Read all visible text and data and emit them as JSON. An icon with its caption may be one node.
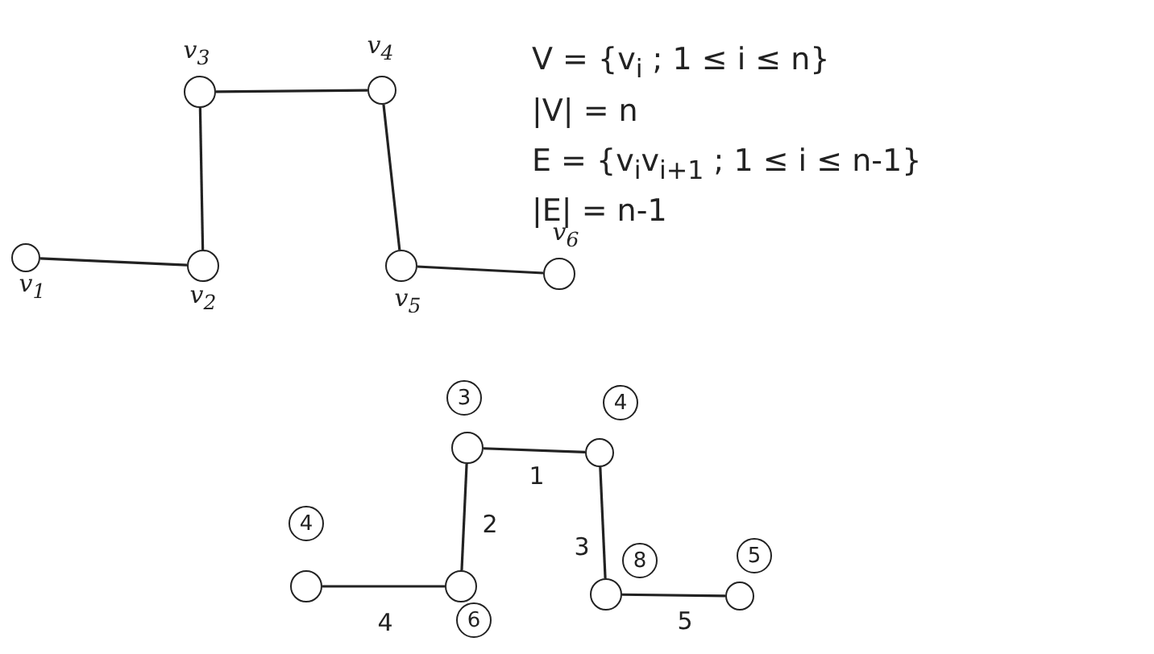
{
  "diagram": {
    "nodes": [
      {
        "text": [],
        "shape": "circle",
        "beside": [
          "v$_{1}$"
        ]
      },
      {
        "text": [],
        "shape": "circle",
        "beside": [
          "v$_{2}$"
        ]
      },
      {
        "text": [],
        "shape": "circle",
        "beside": [
          "v$_{3}$"
        ]
      },
      {
        "text": [],
        "shape": "circle",
        "beside": [
          "v$_{4}$"
        ]
      },
      {
        "text": [],
        "shape": "circle",
        "beside": [
          "v$_{5}$"
        ]
      },
      {
        "text": [],
        "shape": "circle",
        "beside": [
          "v$_{6}$"
        ]
      },
      {
        "text": [],
        "shape": "circle",
        "beside": [
          "3"
        ]
      },
      {
        "text": [],
        "shape": "circle",
        "beside": [
          "4"
        ]
      },
      {
        "text": [],
        "shape": "circle",
        "beside": [
          "4"
        ]
      },
      {
        "text": [],
        "shape": "circle",
        "beside": [
          "6"
        ]
      },
      {
        "text": [],
        "shape": "circle",
        "beside": [
          "8"
        ]
      },
      {
        "text": [],
        "shape": "circle",
        "beside": [
          "5"
        ]
      }
    ],
    "edges": [
      {
        "from": 0,
        "to": 1,
        "arrow": "none"
      },
      {
        "from": 1,
        "to": 2,
        "arrow": "none"
      },
      {
        "from": 2,
        "to": 3,
        "arrow": "none"
      },
      {
        "from": 3,
        "to": 4,
        "arrow": "none"
      },
      {
        "from": 4,
        "to": 5,
        "arrow": "none"
      },
      {
        "from": 6,
        "to": 7,
        "arrow": "none",
        "label": "1"
      },
      {
        "from": 6,
        "to": 9,
        "arrow": "none",
        "label": "2"
      },
      {
        "from": 7,
        "to": 10,
        "arrow": "none",
        "label": "3"
      },
      {
        "from": 8,
        "to": 9,
        "arrow": "none",
        "label": "4"
      },
      {
        "from": 10,
        "to": 11,
        "arrow": "none",
        "label": "5"
      }
    ],
    "labels": [
      "V = {v$_{i}$ ; 1 ≤ i ≤ n}",
      "|V| = n",
      "E = {v$_{i}$v$_{i+1}$ ; 1 ≤ i ≤ n-1}",
      "|E| = n-1"
    ]
  }
}
